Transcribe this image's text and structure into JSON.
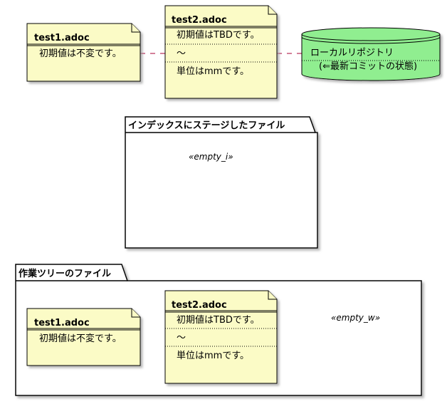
{
  "diagram": {
    "top": {
      "note_test1": {
        "title": "test1.adoc",
        "line1": "初期値は不変です。"
      },
      "note_test2": {
        "title": "test2.adoc",
        "line1": "初期値はTBDです。",
        "line2": "〜",
        "line3": "単位はmmです。"
      },
      "repository": {
        "line1": "ローカルリポジトリ",
        "line2": "(⇐最新コミットの状態)"
      }
    },
    "index_package": {
      "title": "インデックスにステージしたファイル",
      "stereotype": "«empty_i»"
    },
    "worktree_package": {
      "title": "作業ツリーのファイル",
      "stereotype": "«empty_w»",
      "note_test1": {
        "title": "test1.adoc",
        "line1": "初期値は不変です。"
      },
      "note_test2": {
        "title": "test2.adoc",
        "line1": "初期値はTBDです。",
        "line2": "〜",
        "line3": "単位はmmです。"
      }
    },
    "colors": {
      "note_fill": "#FBFBC6",
      "note_border": "#000000",
      "repo_fill": "#90EE90",
      "connector": "#A80036",
      "shadow": "#B8B8B8"
    }
  }
}
